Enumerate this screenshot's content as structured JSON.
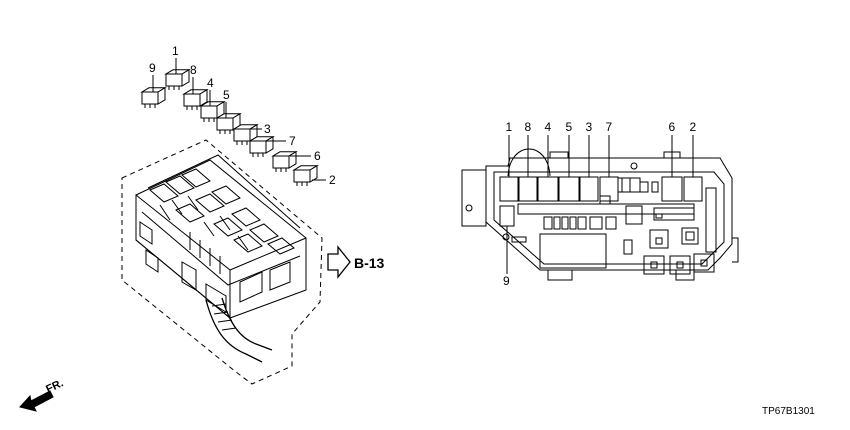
{
  "iso_view": {
    "relays": [
      {
        "label": "9"
      },
      {
        "label": "1"
      },
      {
        "label": "8"
      },
      {
        "label": "4"
      },
      {
        "label": "5"
      },
      {
        "label": "3"
      },
      {
        "label": "7"
      },
      {
        "label": "6"
      },
      {
        "label": "2"
      }
    ],
    "reference": "B-13",
    "direction": "FR."
  },
  "layout_view": {
    "top_labels": [
      "1",
      "8",
      "4",
      "5",
      "3",
      "7",
      "6",
      "2"
    ],
    "bottom_label": "9"
  },
  "part_code": "TP67B1301"
}
